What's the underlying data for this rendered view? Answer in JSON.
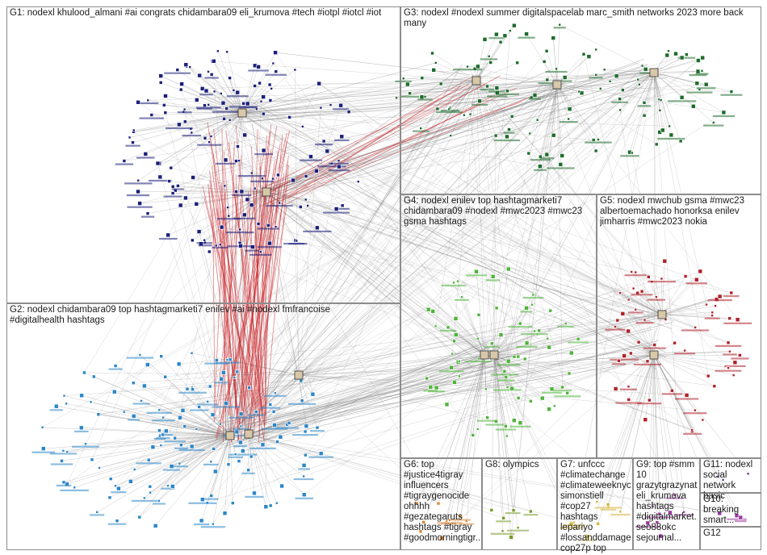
{
  "colors": {
    "background": "#ffffff",
    "panel_border": "#8c8c8c",
    "gray_edge": "#8a8a8a",
    "red_edge": "#c8242a",
    "g1": "#1b1f7a",
    "g2": "#2b86c9",
    "g3": "#1d6b2c",
    "g4": "#4fb43a",
    "g5": "#b0202a",
    "g6": "#d98a3a",
    "g7": "#d4b43a",
    "g8": "#7a9a2c",
    "g9": "#9a3aa0",
    "g11": "#6a3aa0"
  },
  "groups": [
    {
      "id": "g1",
      "label": "G1: nodexl khulood_almani #ai congrats chidambara09 eli_krumova #tech #iotpl #iotcl #iot"
    },
    {
      "id": "g2",
      "label": "G2: nodexl chidambara09 top hashtagmarketi7 enilev #ai #nodexl fmfrancoise\n#digitalhealth hashtags"
    },
    {
      "id": "g3",
      "label": "G3: nodexl #nodexl summer digitalspacelab marc_smith networks 2023 more back\nmany"
    },
    {
      "id": "g4",
      "label": "G4: nodexl enilev top hashtagmarketi7\nchidambara09 #nodexl #mwc2023 #mwc23\ngsma hashtags"
    },
    {
      "id": "g5",
      "label": "G5: nodexl mwchub gsma #mwc23\nalbertoemachado honorksa enilev\njimharris #mwc2023 nokia"
    },
    {
      "id": "g6",
      "label": "G6: top\n#justice4tigray\ninfluencers\n#tigraygenocide\nohhhh\n#gezategaruts\nhashtags #tigray\n#goodmorningtigr..."
    },
    {
      "id": "g7",
      "label": "G7: unfccc\n#climatechange\n#climateweeknyc\nsimonstiell\n#cop27 hashtags\nlepariyo\n#lossanddamage\ncop27p top"
    },
    {
      "id": "g8",
      "label": "G8: olympics"
    },
    {
      "id": "g9",
      "label": "G9: top #smm\n10\ngrazytgrazynat\neli_krumova\nhashtags\n#digitalmarket...\nseo88okc\nsejournal..."
    },
    {
      "id": "g10",
      "label": "G10:\nbreaking\nsmart..."
    },
    {
      "id": "g11",
      "label": "G11: nodexl\nsocial\nnetwork basic"
    },
    {
      "id": "g12",
      "label": "G12"
    }
  ]
}
